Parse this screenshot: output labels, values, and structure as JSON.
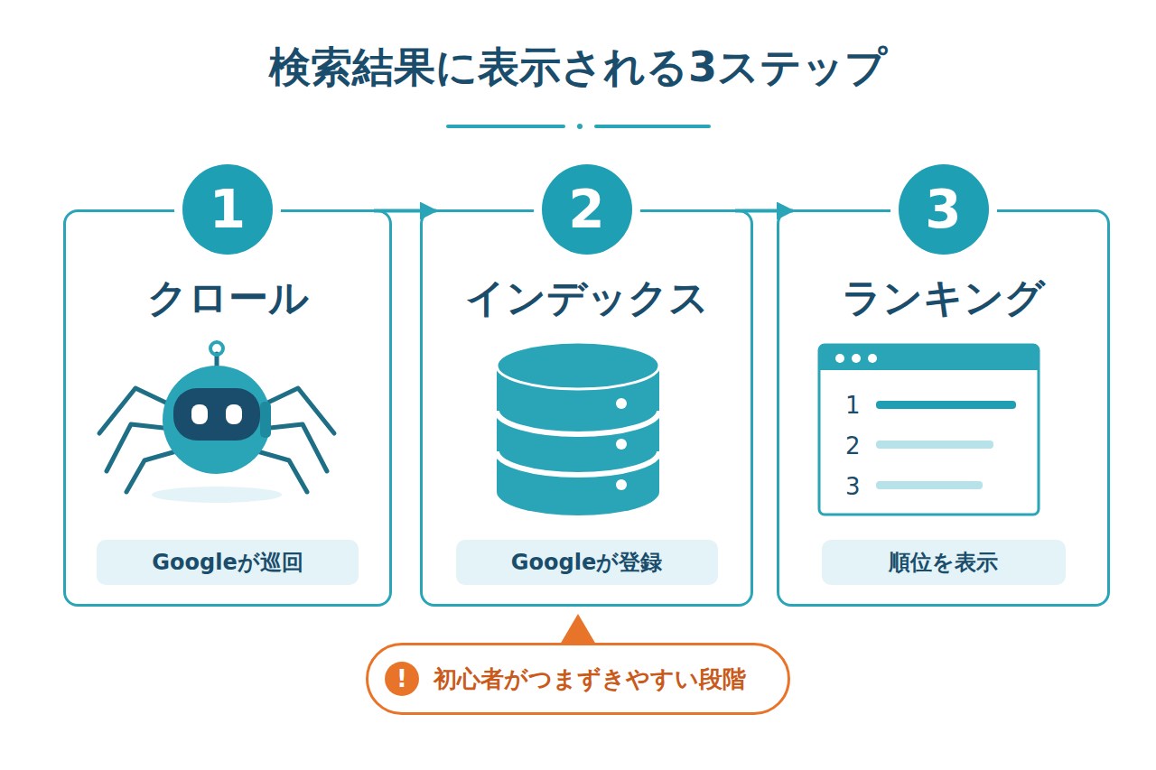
{
  "diagram": {
    "title": "検索結果に表示される3ステップ",
    "nodes": [
      {
        "text": [
          "クロール"
        ]
      },
      {
        "text": [
          "1"
        ],
        "in": 0
      },
      {
        "text": [
          "Googleが巡回"
        ],
        "in": 0
      },
      {
        "text": [
          "インデックス"
        ]
      },
      {
        "text": [
          "2"
        ],
        "in": 3
      },
      {
        "text": [
          "Googleが登録"
        ],
        "in": 3
      },
      {
        "text": [
          "ランキング"
        ]
      },
      {
        "text": [
          "3"
        ],
        "in": 6
      },
      {
        "text": [
          "順位を表示"
        ],
        "in": 6
      },
      {
        "text": [
          "初心者がつまずきやすい段階"
        ]
      },
      {
        "text": [
          "!"
        ],
        "in": 9
      }
    ],
    "edges": [
      {
        "from": 0,
        "to": 3,
        "arrow": "to"
      },
      {
        "from": 3,
        "to": 6,
        "arrow": "to"
      }
    ],
    "labels": [
      "1",
      "2",
      "3"
    ]
  }
}
